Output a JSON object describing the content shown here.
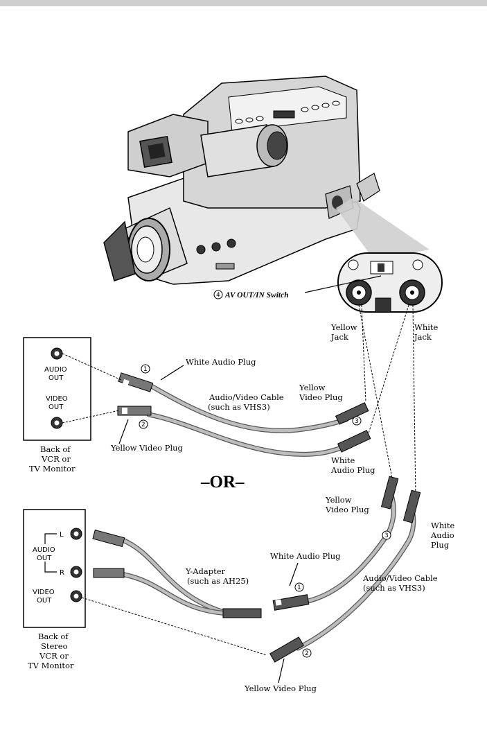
{
  "labels": {
    "switch_num": "4",
    "switch": "AV OUT/IN Switch",
    "yellow_jack": [
      "Yellow",
      "Jack"
    ],
    "white_jack": [
      "White",
      "Jack"
    ],
    "white_audio_plug_1": "White Audio Plug",
    "yellow_video_plug_1": [
      "Yellow",
      "Video Plug"
    ],
    "av_cable_1": [
      "Audio/Video Cable",
      "(such as VHS3)"
    ],
    "white_audio_plug_2": [
      "White",
      "Audio Plug"
    ],
    "yellow_video_plug_bottom_1": "Yellow Video Plug",
    "back_of_vcr": [
      "Back of",
      "VCR or",
      "TV Monitor"
    ],
    "audio_out": [
      "AUDIO",
      "OUT"
    ],
    "video_out": [
      "VIDEO",
      "OUT"
    ],
    "or": "–OR–",
    "yellow_video_plug_3": [
      "Yellow",
      "Video Plug"
    ],
    "white_audio_plug_3": [
      "White",
      "Audio",
      "Plug"
    ],
    "white_audio_plug_4": "White Audio Plug",
    "y_adapter": [
      "Y-Adapter",
      "(such as AH25)"
    ],
    "av_cable_2": [
      "Audio/Video Cable",
      "(such as VHS3)"
    ],
    "back_of_stereo": [
      "Back of",
      "Stereo",
      "VCR or",
      "TV Monitor"
    ],
    "audio_out_2": [
      "AUDIO",
      "OUT"
    ],
    "video_out_2": [
      "VIDEO",
      "OUT"
    ],
    "l": "L",
    "r": "R",
    "yellow_video_plug_bottom_2": "Yellow Video Plug",
    "num1": "1",
    "num2": "2",
    "num3": "3"
  },
  "colors": {
    "line": "#000000",
    "cable": "#555555",
    "cable_fill": "#bdbdbd",
    "topbar": "#cfcfcf"
  }
}
